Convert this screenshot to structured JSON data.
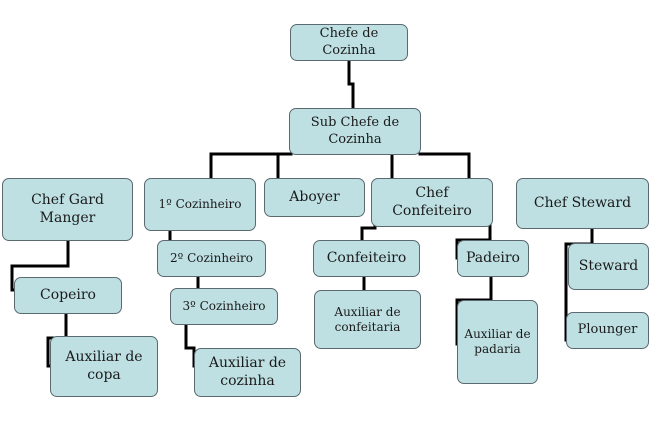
{
  "nodes": {
    "chefe_de_cozinha": "Chefe de Cozinha",
    "sub_chefe_de_cozinha": "Sub Chefe de Cozinha",
    "chef_gard_manger": "Chef Gard Manger",
    "primeiro_cozinheiro": "1º Cozinheiro",
    "aboyer": "Aboyer",
    "chef_confeiteiro": "Chef Confeiteiro",
    "chef_steward": "Chef Steward",
    "copeiro": "Copeiro",
    "auxiliar_de_copa": "Auxiliar de copa",
    "segundo_cozinheiro": "2º Cozinheiro",
    "terceiro_cozinheiro": "3º Cozinheiro",
    "auxiliar_de_cozinha": "Auxiliar de cozinha",
    "confeiteiro": "Confeiteiro",
    "auxiliar_de_confeitaria": "Auxiliar de confeitaria",
    "padeiro": "Padeiro",
    "auxiliar_de_padaria": "Auxiliar de padaria",
    "steward": "Steward",
    "plounger": "Plounger"
  },
  "colors": {
    "node_fill": "#bfe0e3",
    "node_border": "#5a6a70",
    "connector": "#000000"
  }
}
